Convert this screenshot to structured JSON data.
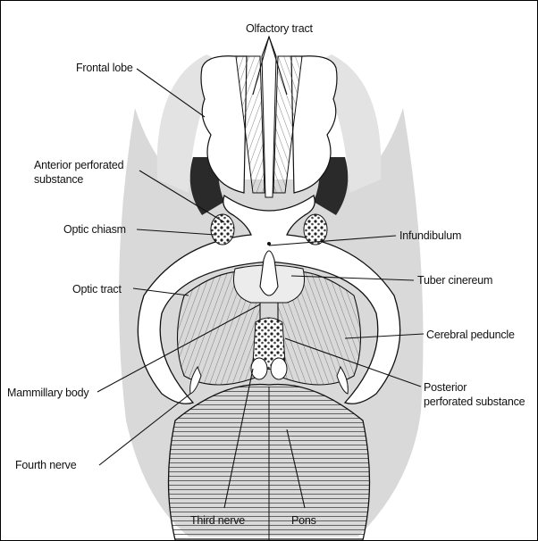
{
  "labels": {
    "olfactory_tract": "Olfactory tract",
    "frontal_lobe": "Frontal lobe",
    "anterior_perforated_1": "Anterior perforated",
    "anterior_perforated_2": "substance",
    "optic_chiasm": "Optic chiasm",
    "infundibulum": "Infundibulum",
    "optic_tract": "Optic tract",
    "tuber_cinereum": "Tuber cinereum",
    "cerebral_peduncle": "Cerebral peduncle",
    "mammillary_body": "Mammillary body",
    "posterior_perforated_1": "Posterior",
    "posterior_perforated_2": "perforated substance",
    "fourth_nerve": "Fourth nerve",
    "third_nerve": "Third nerve",
    "pons": "Pons"
  },
  "colors": {
    "ink": "#111111",
    "shadow": "#d9d9d9",
    "dark_shade": "#2a2a2a",
    "mid_shade": "#bdbdbd",
    "tissue": "#ffffff"
  }
}
